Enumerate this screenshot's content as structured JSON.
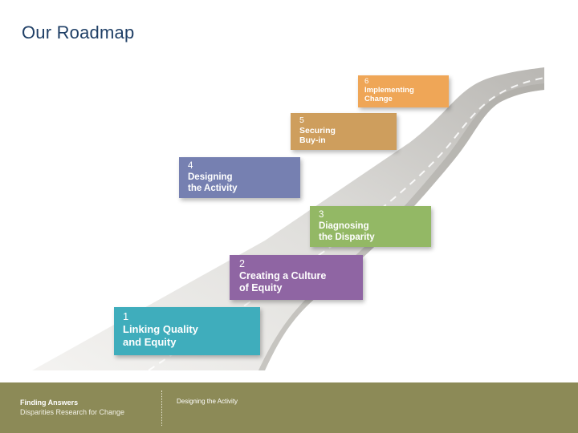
{
  "slide": {
    "title": "Our Roadmap"
  },
  "steps": [
    {
      "number": "1",
      "label": "Linking Quality\nand Equity",
      "color": "#3fadbc"
    },
    {
      "number": "2",
      "label": "Creating a Culture\nof Equity",
      "color": "#8f65a3"
    },
    {
      "number": "3",
      "label": "Diagnosing\nthe Disparity",
      "color": "#93b865"
    },
    {
      "number": "4",
      "label": "Designing\nthe Activity",
      "color": "#7680b1"
    },
    {
      "number": "5",
      "label": "Securing\nBuy-in",
      "color": "#ce9e5d"
    },
    {
      "number": "6",
      "label": "Implementing\nChange",
      "color": "#efa657"
    }
  ],
  "footer": {
    "brand_title": "Finding Answers",
    "brand_subtitle": "Disparities Research for Change",
    "section": "Designing the Activity",
    "color": "#8c8a57"
  }
}
